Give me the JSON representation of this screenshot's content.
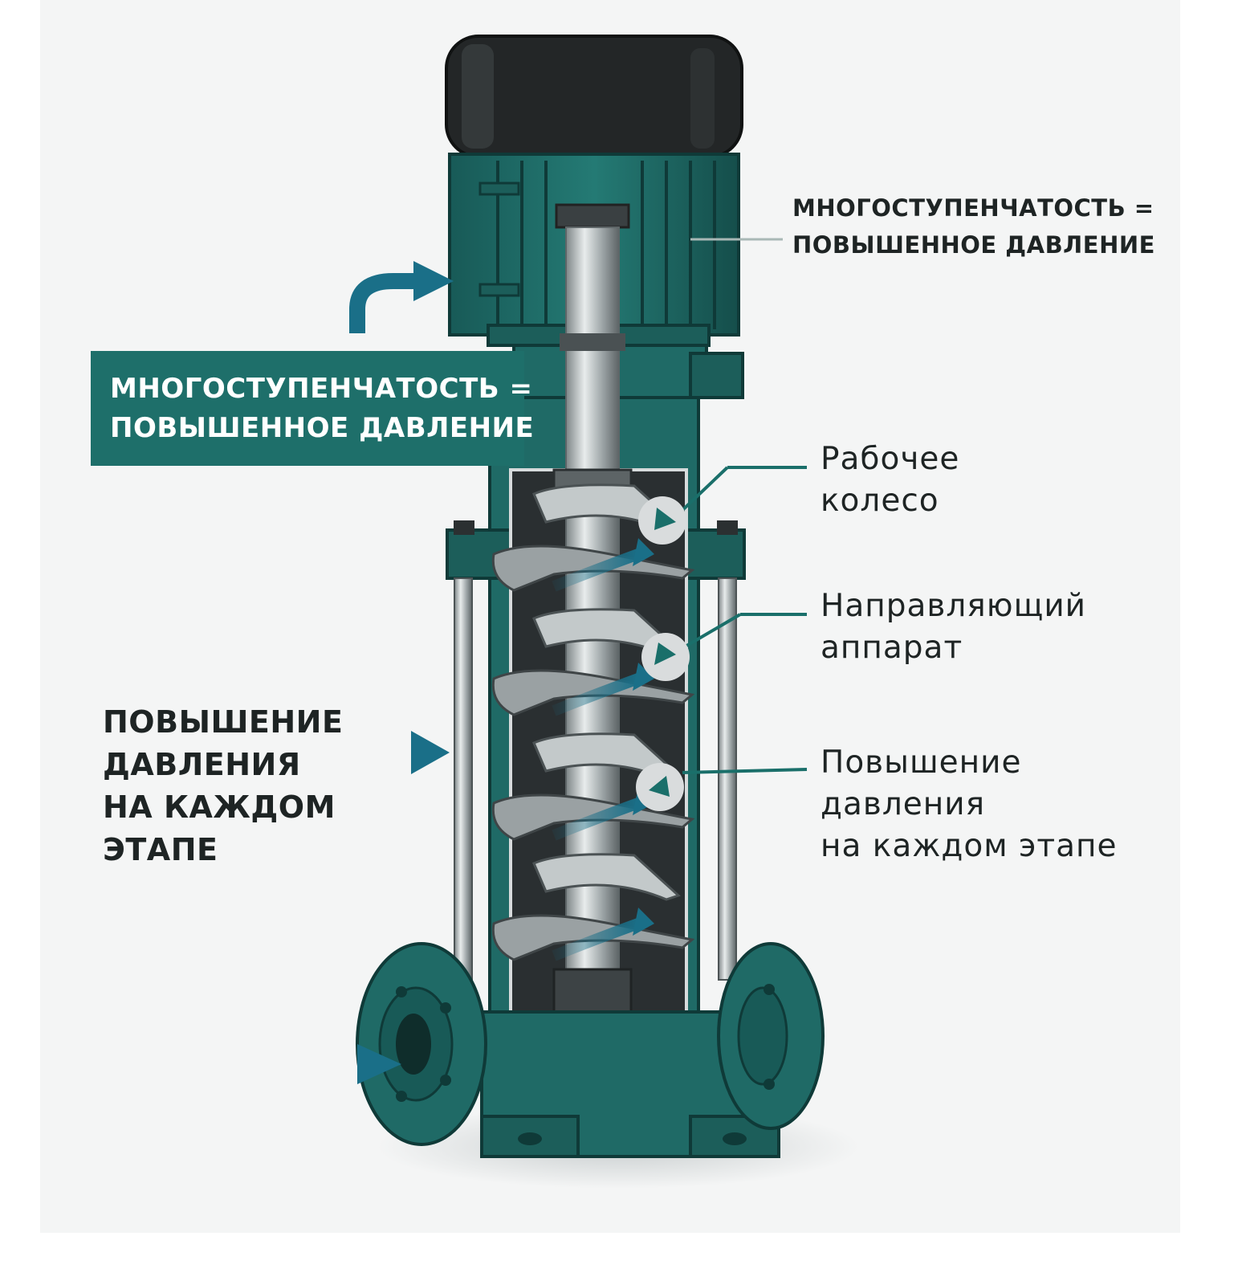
{
  "labels": {
    "top_right": [
      "МНОГОСТУПЕНЧАТОСТЬ =",
      "ПОВЫШЕННОЕ ДАВЛЕНИЕ"
    ],
    "banner": [
      "МНОГОСТУПЕНЧАТОСТЬ =",
      "ПОВЫШЕННОЕ ДАВЛЕНИЕ"
    ],
    "left": [
      "ПОВЫШЕНИЕ",
      "ДАВЛЕНИЯ",
      "НА КАЖДОМ",
      "ЭТАПЕ"
    ]
  },
  "callouts": [
    {
      "lines": [
        "Рабочее",
        "колесо"
      ]
    },
    {
      "lines": [
        "Направляющий",
        "аппарат"
      ]
    },
    {
      "lines": [
        "Повышение",
        "давления",
        "на каждом этапе"
      ]
    }
  ],
  "colors": {
    "teal": "#1f6a66",
    "teal_dark": "#134a47",
    "banner": "#1e6f6a",
    "arrow_blue": "#1a6f88",
    "motor_cap": "#232627",
    "steel": "#b9c0c2",
    "chamber": "#2a2f31"
  },
  "stages": 4
}
